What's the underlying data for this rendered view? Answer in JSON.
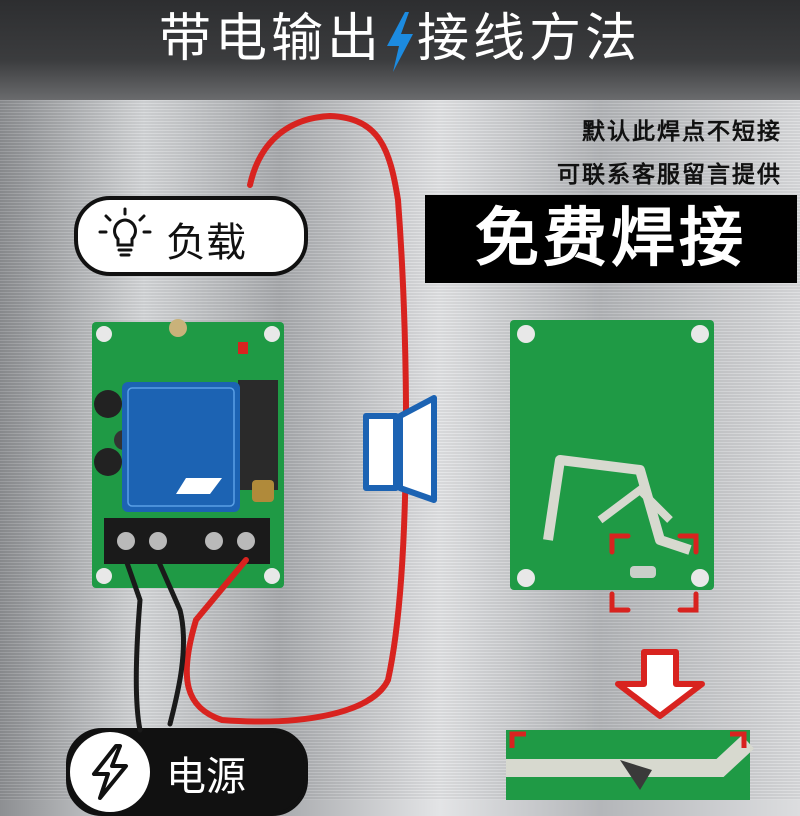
{
  "header": {
    "title_left": "带电输出",
    "title_right": "接线方法"
  },
  "notes": {
    "line1": "默认此焊点不短接",
    "line2": "可联系客服留言提供"
  },
  "weld": {
    "label": "免费焊接"
  },
  "load": {
    "label": "负载"
  },
  "power": {
    "label": "电源"
  },
  "colors": {
    "wire_red": "#d8231f",
    "pcb_green": "#1f9a45",
    "relay_blue": "#1c63b3",
    "accent_red": "#d8231f"
  }
}
